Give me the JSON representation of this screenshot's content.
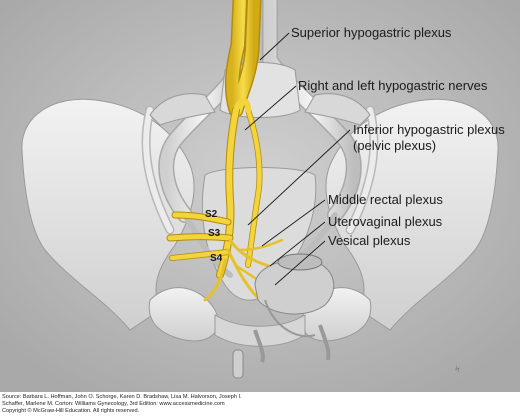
{
  "labels": {
    "superior_hypogastric_plexus": "Superior hypogastric plexus",
    "right_left_hypogastric_nerves": "Right and left hypogastric nerves",
    "inferior_hypogastric_plexus_line1": "Inferior hypogastric plexus",
    "inferior_hypogastric_plexus_line2": "(pelvic plexus)",
    "middle_rectal_plexus": "Middle rectal plexus",
    "uterovaginal_plexus": "Uterovaginal plexus",
    "vesical_plexus": "Vesical plexus",
    "s2": "S2",
    "s3": "S3",
    "s4": "S4"
  },
  "credits": {
    "line1": "Source: Barbara L. Hoffman, John O. Schorge, Karen D. Bradshaw, Lisa M. Halvorson, Joseph I.",
    "line2": "Schaffer, Marlene M. Corton: Williams Gynecology, 3rd Edition: www.accessmedicine.com",
    "line3": "Copyright © McGraw-Hill Education. All rights reserved."
  },
  "colors": {
    "background_gray": "#bdbdbd",
    "bone": "#e6e6e6",
    "nerve_yellow": "#f2d23a"
  }
}
